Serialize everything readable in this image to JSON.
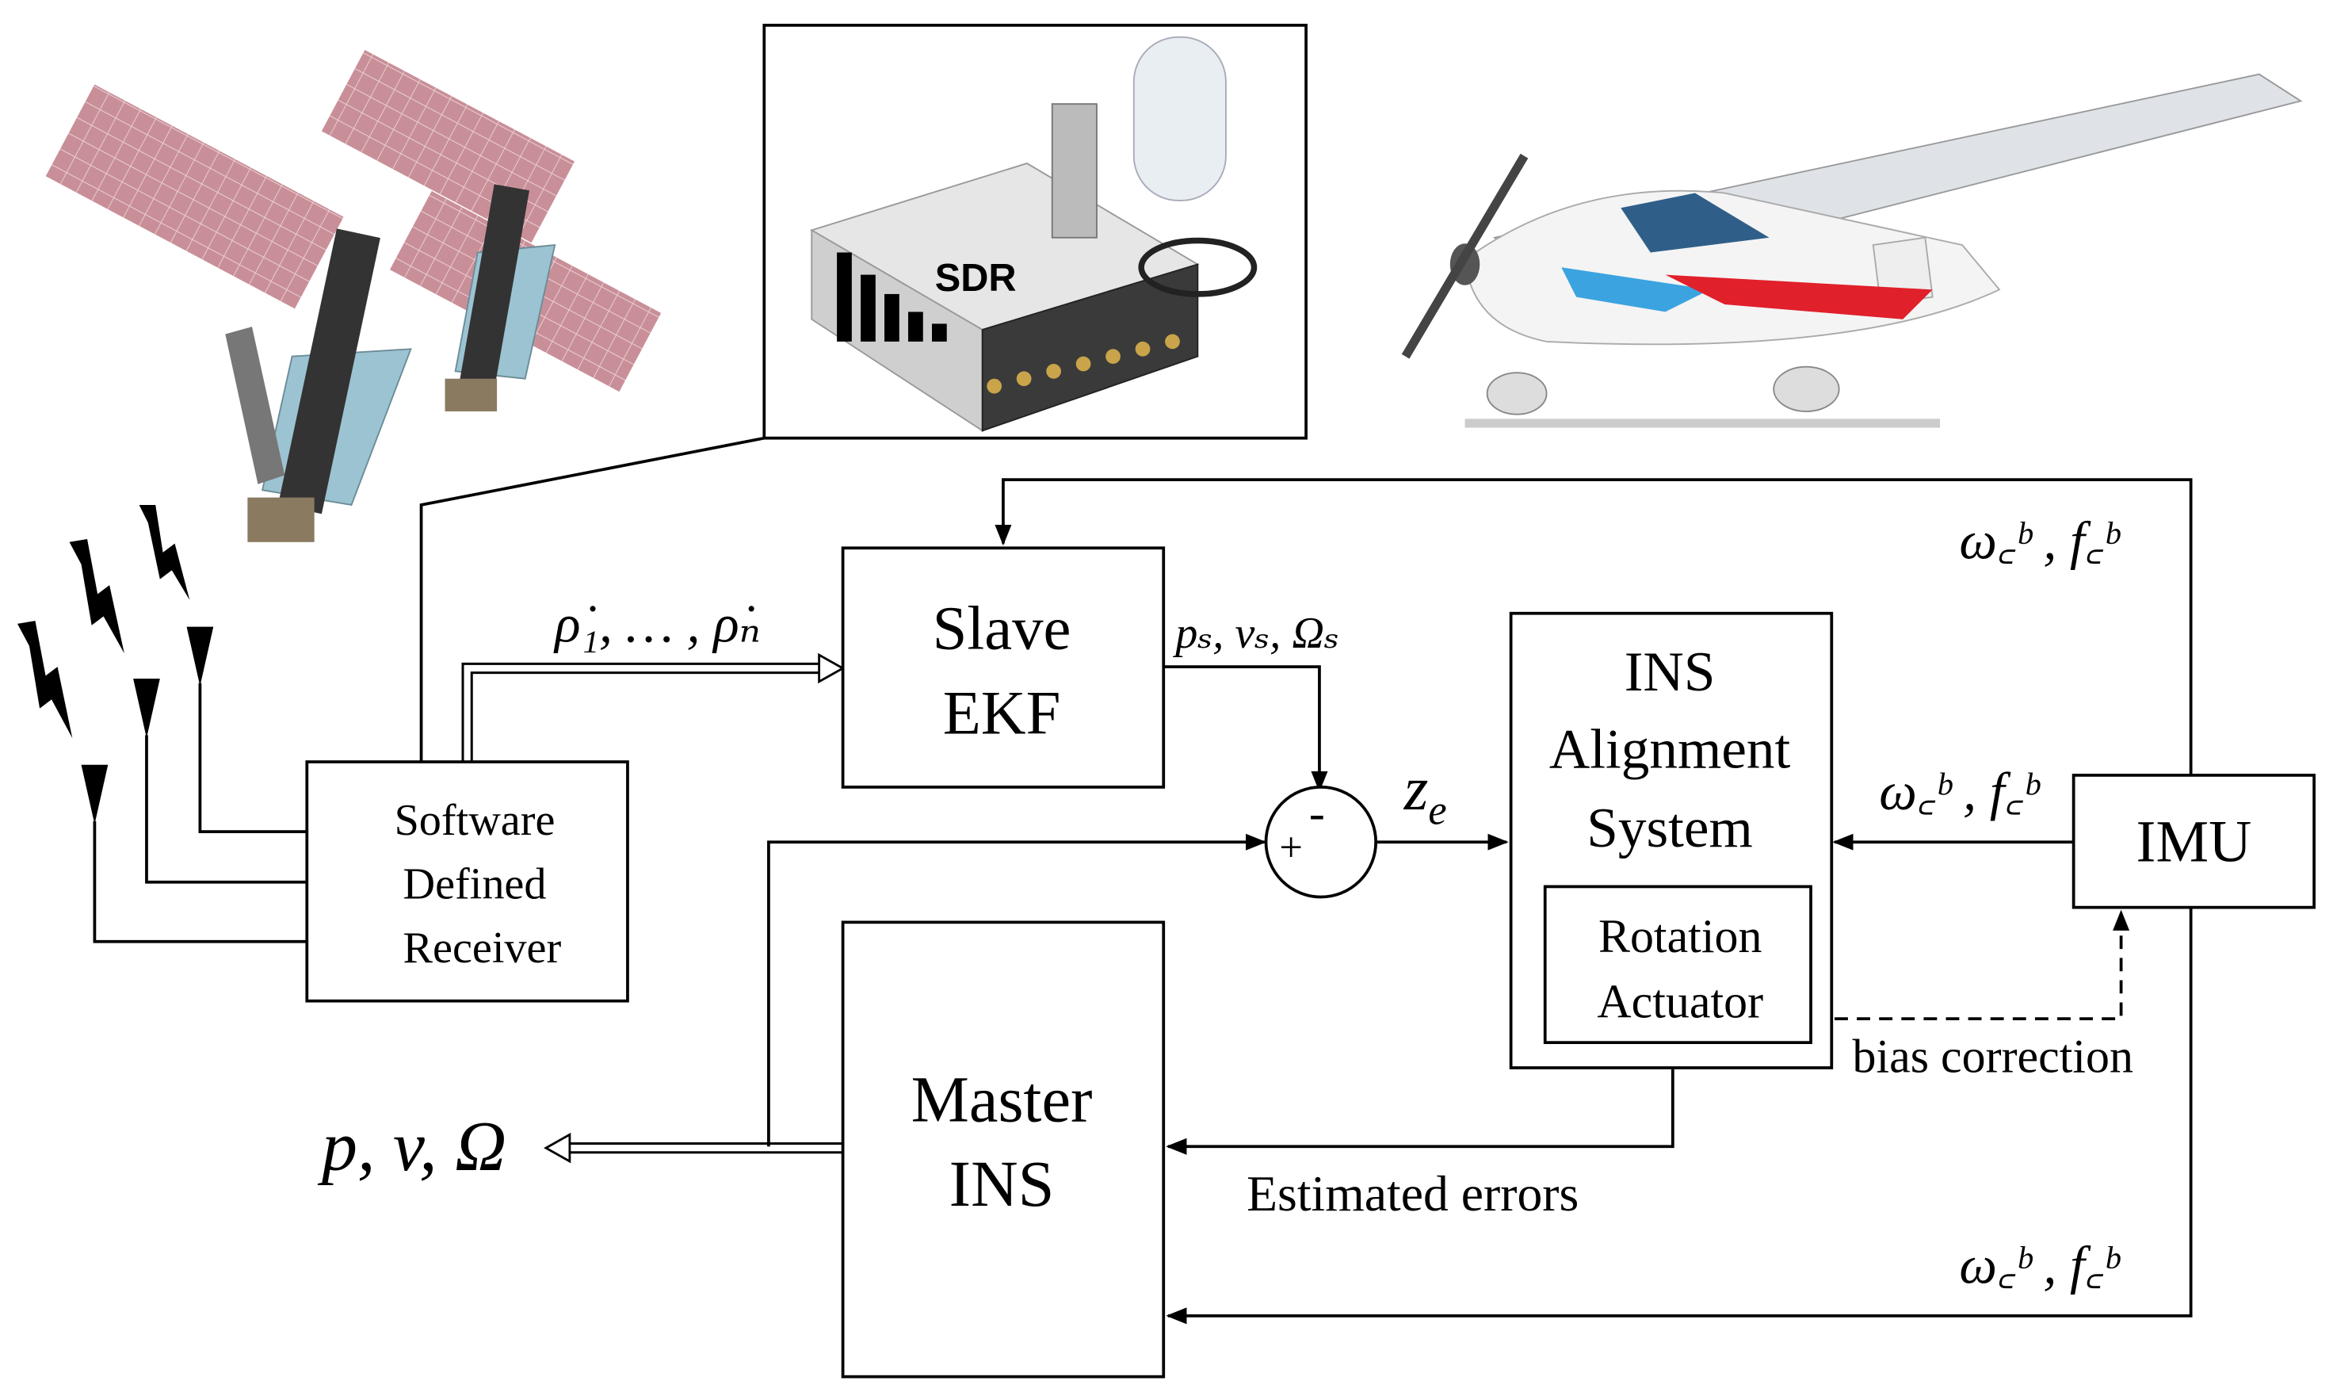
{
  "blocks": {
    "receiver": [
      "Software",
      "Defined",
      "Receiver"
    ],
    "slave": [
      "Slave",
      "EKF"
    ],
    "ins_align": [
      "INS",
      "Alignment",
      "System"
    ],
    "rotation": [
      "Rotation",
      "Actuator"
    ],
    "imu": "IMU",
    "master": [
      "Master",
      "INS"
    ]
  },
  "signals": {
    "rho": "ρ̇₁, … , ρ̇ₙ",
    "slave_out": "pₛ, vₛ, Ωₛ",
    "ze_main": "z",
    "ze_sub": "e",
    "omega_f": "ω꜀ᵇ , f꜀ᵇ",
    "bias": "bias correction",
    "errors": "Estimated errors",
    "output": "p, v, Ω"
  },
  "summing_junction": {
    "plus": "+",
    "minus": "-"
  },
  "sdr_label": "SDR",
  "colors": {
    "line": "#000000",
    "box_fill": "#ffffff",
    "panel": "#c98f98",
    "sat_blue": "#9cc3d2",
    "plane_red": "#e0202a",
    "plane_blue": "#3ba3e0"
  }
}
